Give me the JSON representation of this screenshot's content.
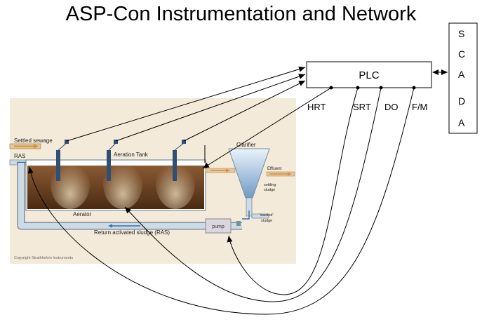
{
  "title": "ASP-Con Instrumentation and Network",
  "plc": {
    "label": "PLC"
  },
  "scada": {
    "letters": [
      "S",
      "C",
      "A",
      "D",
      "A"
    ]
  },
  "plc_ports": {
    "hrt": "HRT",
    "srt": "SRT",
    "do": "DO",
    "fm": "F/M"
  },
  "plant": {
    "settled_sewage": "Settled sewage",
    "ras": "RAS",
    "aeration_tank": "Aeration Tank",
    "clarifier": "Clarifier",
    "effluent": "Effluent",
    "settling_sludge_1": "settling",
    "settling_sludge_2": "sludge",
    "aerator": "Aerator",
    "wasted_sludge_1": "'wasted'",
    "wasted_sludge_2": "sludge",
    "pump": "pump",
    "return_sludge": "Return activated sludge (RAS)",
    "copyright": "Copyright Strathkelvin Instruments"
  },
  "colors": {
    "panel_bg": "#f4ead9",
    "sludge_top": "#8a5a33",
    "sludge_bottom": "#4a2a12",
    "pipe": "#cddbe6",
    "pipe_edge": "#7a8e9e",
    "sensor": "#2f4f73",
    "inflow_arrow": "#d8923a"
  }
}
